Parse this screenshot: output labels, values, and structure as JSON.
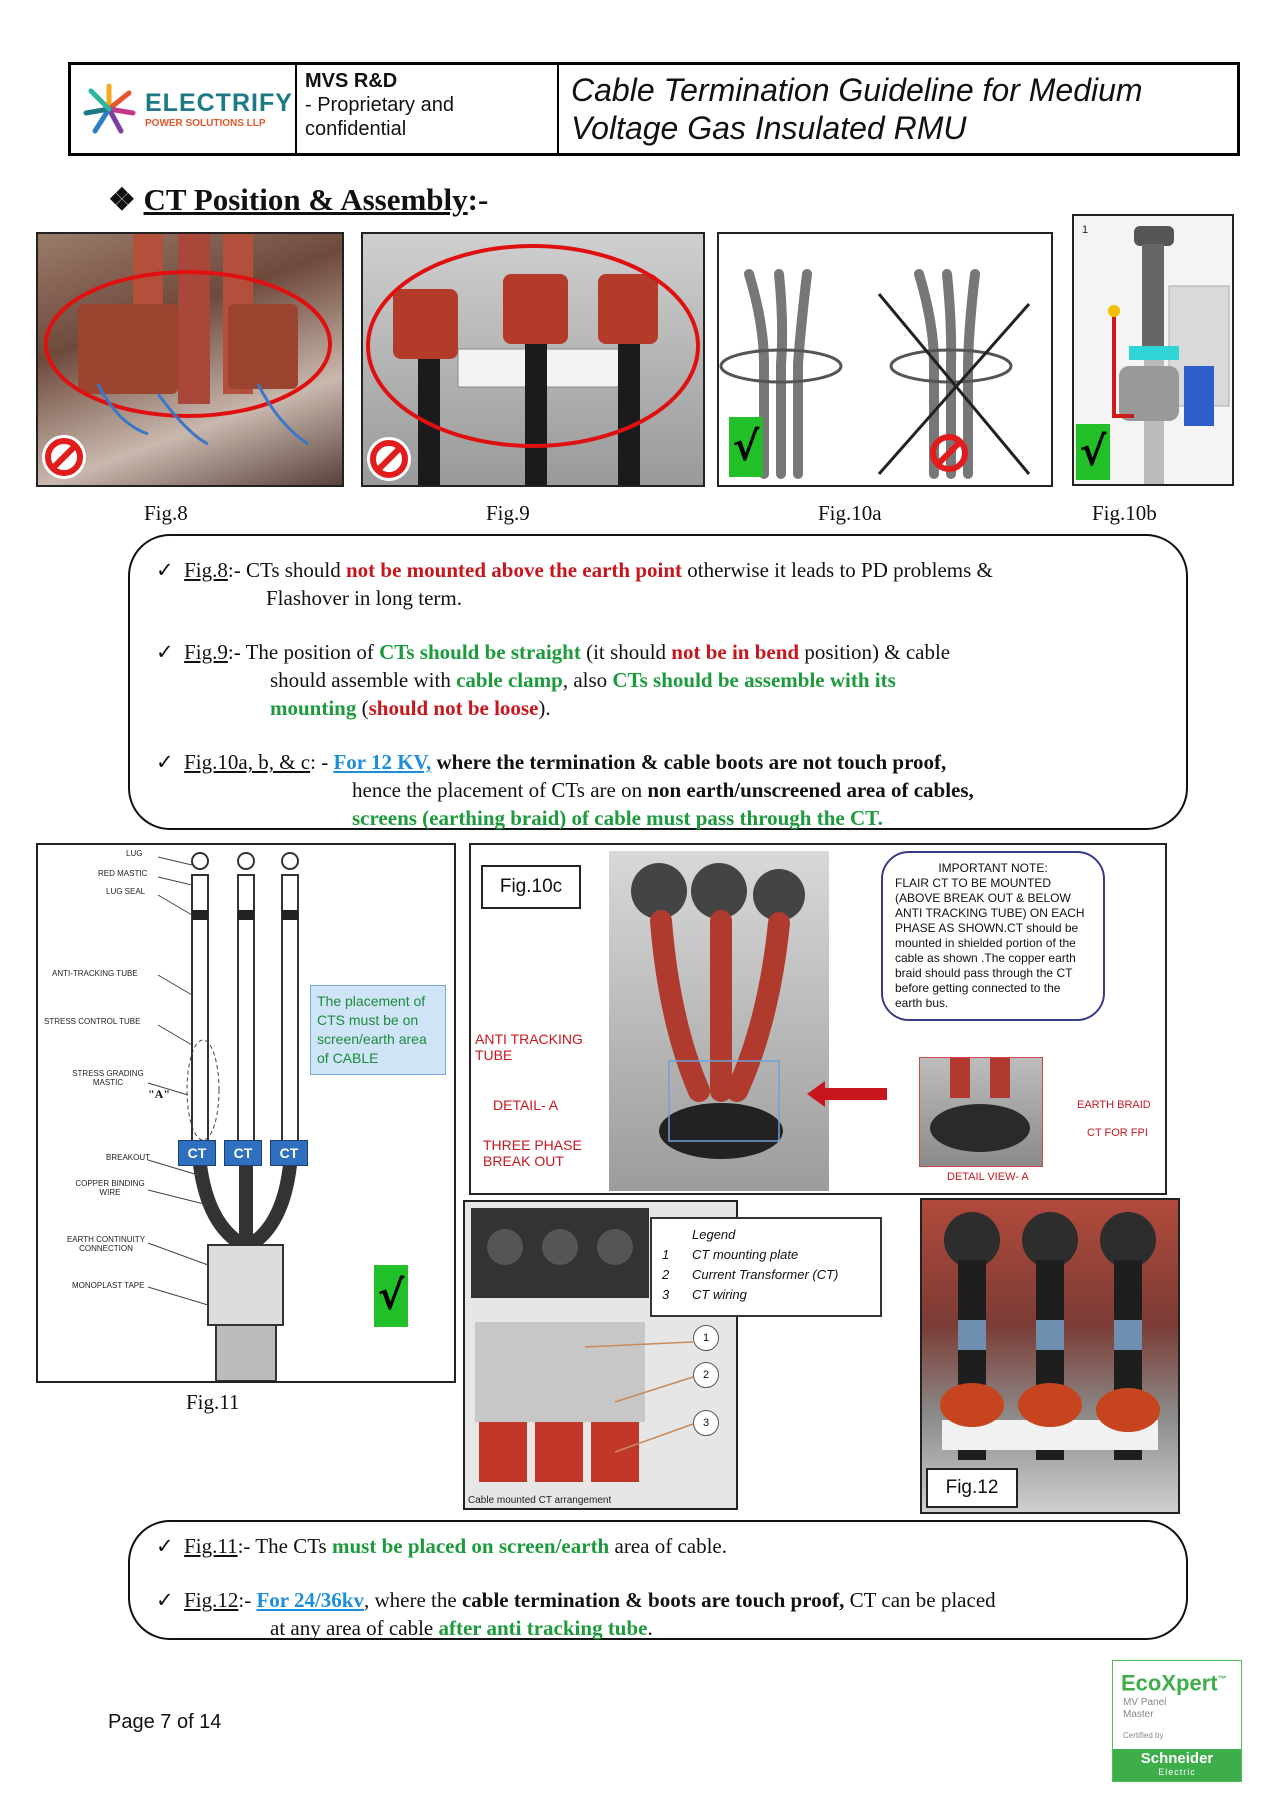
{
  "header": {
    "logo_name": "ELECTRIFY",
    "logo_sub": "POWER SOLUTIONS LLP",
    "dept": "MVS R&D",
    "conf_line1": "- Proprietary and",
    "conf_line2": "confidential",
    "title_line1": "Cable Termination Guideline for Medium",
    "title_line2": "Voltage Gas Insulated RMU"
  },
  "section": {
    "bullet": "❖",
    "title": "CT Position & Assembly",
    "suffix": ":-"
  },
  "figures": {
    "fig8": "Fig.8",
    "fig9": "Fig.9",
    "fig10a": "Fig.10a",
    "fig10b": "Fig.10b",
    "fig10c": "Fig.10c",
    "fig11": "Fig.11",
    "fig12": "Fig.12",
    "fig10b_num": "1"
  },
  "notes_top": {
    "n1_ref": "Fig.8",
    "n1_a": ":-  CTs should ",
    "n1_red": "not be mounted above the earth point",
    "n1_b": " otherwise it leads to PD problems &",
    "n1_c": "Flashover in long term.",
    "n2_ref": "Fig.9",
    "n2_a": ":-   The position of ",
    "n2_g1": "CTs should be straight",
    "n2_b": " (it should ",
    "n2_r1": "not be in bend",
    "n2_c": " position) & cable",
    "n2_d": "should assemble with ",
    "n2_g2": "cable clamp",
    "n2_e": ", also ",
    "n2_g3": "CTs should be assemble with its",
    "n2_g4": "mounting",
    "n2_f": " (",
    "n2_r2": "should not be loose",
    "n2_h": ").",
    "n3_ref": "Fig.10a, b, & c",
    "n3_a": ": - ",
    "n3_blu": "For 12 KV,",
    "n3_b": " where the termination & cable boots are not touch proof,",
    "n3_c": "hence the placement of CTs are on ",
    "n3_d": "non earth/unscreened area of cables,",
    "n3_g": "screens (earthing  braid) of cable must pass through the CT."
  },
  "fig11": {
    "labels": [
      "LUG",
      "RED MASTIC",
      "LUG SEAL",
      "ANTI-TRACKING TUBE",
      "STRESS CONTROL TUBE",
      "STRESS GRADING MASTIC",
      "BREAKOUT",
      "COPPER BINDING WIRE",
      "EARTH CONTINUITY CONNECTION",
      "MONOPLAST TAPE"
    ],
    "detail": "\"A\"",
    "ct": "CT",
    "callout": "The placement of CTS must be on screen/earth area of CABLE"
  },
  "fig10c": {
    "note_title": "IMPORTANT NOTE:",
    "note_body": "FLAIR CT TO BE MOUNTED (ABOVE BREAK OUT & BELOW ANTI TRACKING TUBE) ON EACH PHASE AS SHOWN.CT should be mounted in shielded  portion  of  the cable  as shown .The copper earth braid should pass through the CT before getting connected to the earth bus.",
    "anti_tracking": "ANTI TRACKING TUBE",
    "detail_a": "DETAIL- A",
    "three_phase": "THREE  PHASE BREAK OUT",
    "earth_braid": "EARTH BRAID",
    "ct_fpi": "CT FOR FPI",
    "detail_view": "DETAIL VIEW- A"
  },
  "legend": {
    "title": "Legend",
    "items": [
      {
        "num": "1",
        "text": "CT mounting plate"
      },
      {
        "num": "2",
        "text": "Current Transformer (CT)"
      },
      {
        "num": "3",
        "text": "CT wiring"
      }
    ],
    "caption": "Cable mounted CT arrangement"
  },
  "notes_bottom": {
    "n1_ref": "Fig.11",
    "n1_a": ":- The CTs ",
    "n1_g": "must be placed on screen/earth",
    "n1_b": " area of cable.",
    "n2_ref": "Fig.12",
    "n2_a": ":- ",
    "n2_blu": "For 24/36kv",
    "n2_b": ", where the ",
    "n2_bold": "cable termination & boots are touch proof,",
    "n2_c": " CT can be placed",
    "n2_d": "at any area of cable ",
    "n2_g": "after anti tracking tube",
    "n2_e": "."
  },
  "footer": {
    "page": "Page 7 of 14",
    "eco": "EcoXpert",
    "eco_tm": "™",
    "eco_l1": "MV Panel",
    "eco_l2": "Master",
    "eco_cert": "Certified by",
    "schneider": "Schneider",
    "electric": "Electric"
  },
  "colors": {
    "red": "#c8161d",
    "green": "#1c9b3c",
    "blue": "#1d8ed9",
    "check": "#22c028"
  }
}
